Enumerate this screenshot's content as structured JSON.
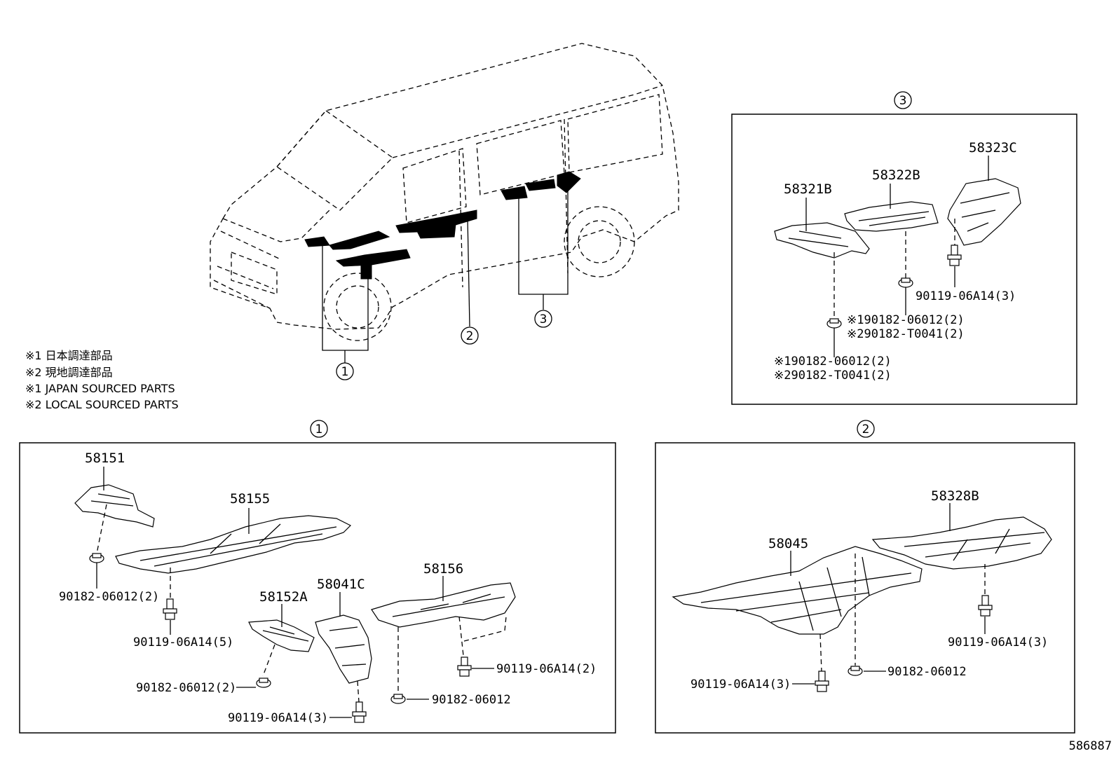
{
  "notes": [
    "※1 日本調達部品",
    "※2 現地調達部品",
    "※1 JAPAN SOURCED PARTS",
    "※2 LOCAL SOURCED PARTS"
  ],
  "view_markers": {
    "v1": "1",
    "v2": "2",
    "v3": "3"
  },
  "panel1": {
    "marker": "1",
    "labels": {
      "p58151": "58151",
      "p58155": "58155",
      "p58152A": "58152A",
      "p58041C": "58041C",
      "p58156": "58156",
      "clip_a": "90182-06012(2)",
      "bolt_a": "90119-06A14(5)",
      "clip_b": "90182-06012(2)",
      "bolt_b": "90119-06A14(3)",
      "bolt_c": "90119-06A14(2)",
      "clip_c": "90182-06012"
    }
  },
  "panel2": {
    "marker": "2",
    "labels": {
      "p58045": "58045",
      "p58328B": "58328B",
      "bolt_a": "90119-06A14(3)",
      "clip_a": "90182-06012",
      "bolt_b": "90119-06A14(3)"
    }
  },
  "panel3": {
    "marker": "3",
    "labels": {
      "p58321B": "58321B",
      "p58322B": "58322B",
      "p58323C": "58323C",
      "bolt_a": "90119-06A14(3)",
      "clip_a1": "※190182-06012(2)",
      "clip_a2": "※290182-T0041(2)",
      "clip_b1": "※190182-06012(2)",
      "clip_b2": "※290182-T0041(2)"
    }
  },
  "figure_id": "586887"
}
